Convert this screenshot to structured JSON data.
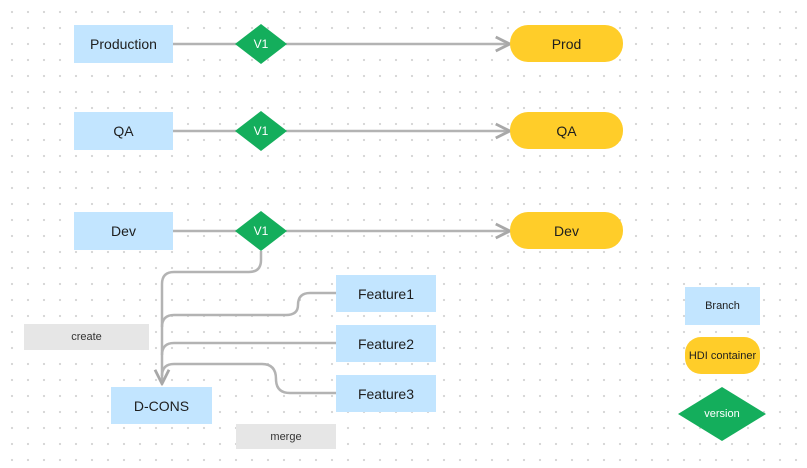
{
  "branches": [
    {
      "id": "production",
      "label": "Production",
      "version": "V1",
      "container": "Prod"
    },
    {
      "id": "qa",
      "label": "QA",
      "version": "V1",
      "container": "QA"
    },
    {
      "id": "dev",
      "label": "Dev",
      "version": "V1",
      "container": "Dev"
    }
  ],
  "features": [
    "Feature1",
    "Feature2",
    "Feature3"
  ],
  "dcons": "D-CONS",
  "notes": {
    "create": "create",
    "merge": "merge"
  },
  "legend": {
    "branch": "Branch",
    "container": "HDI container",
    "version": "version"
  },
  "colors": {
    "branch": "#c2e5ff",
    "container": "#ffcd29",
    "version": "#14ae5c",
    "connector": "#b3b3b3",
    "note": "#e6e6e6"
  }
}
